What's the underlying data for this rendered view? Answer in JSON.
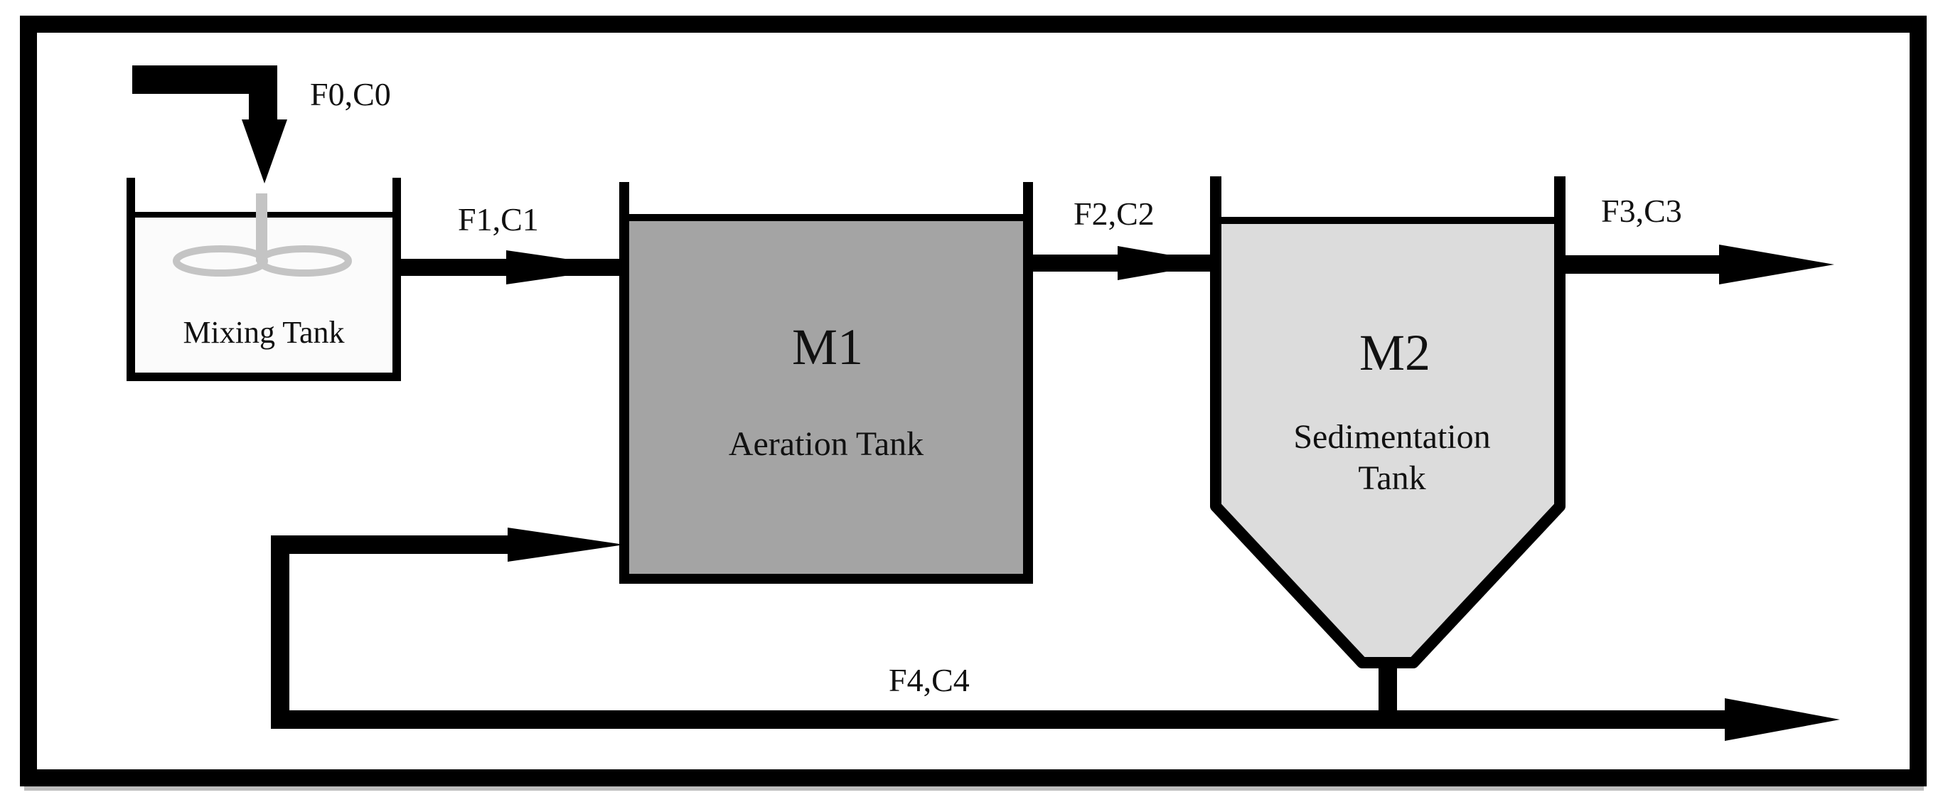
{
  "diagram": {
    "tanks": {
      "mixing": {
        "label": "Mixing Tank"
      },
      "aeration": {
        "code": "M1",
        "label": "Aeration Tank"
      },
      "sedimentation": {
        "code": "M2",
        "label_line1": "Sedimentation",
        "label_line2": "Tank"
      }
    },
    "flows": {
      "f0": "F0,C0",
      "f1": "F1,C1",
      "f2": "F2,C2",
      "f3": "F3,C3",
      "f4": "F4,C4"
    },
    "colors": {
      "line": "#000000",
      "aeration_fill": "#a4a4a4",
      "sedimentation_fill": "#dcdcdc",
      "mixing_fill": "#fbfbfb",
      "impeller": "#c4c4c4"
    }
  }
}
